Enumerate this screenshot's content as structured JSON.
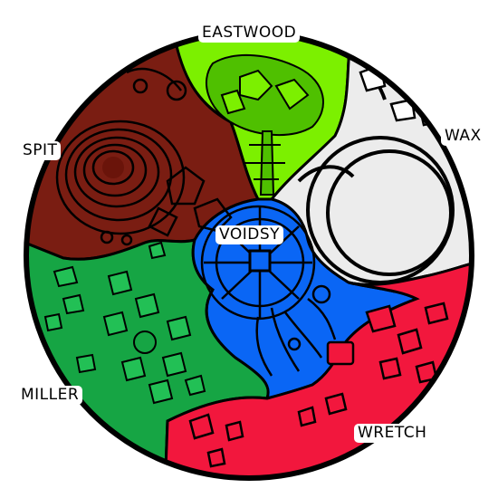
{
  "map": {
    "regions": [
      {
        "name": "EASTWOOD",
        "color": "#7cf000"
      },
      {
        "name": "WAX",
        "color": "#ececec"
      },
      {
        "name": "SPIT",
        "color": "#7a1d12"
      },
      {
        "name": "VOIDSY",
        "color": "#0a66f5"
      },
      {
        "name": "MILLER",
        "color": "#16a544"
      },
      {
        "name": "WRETCH",
        "color": "#f2173d"
      }
    ]
  }
}
